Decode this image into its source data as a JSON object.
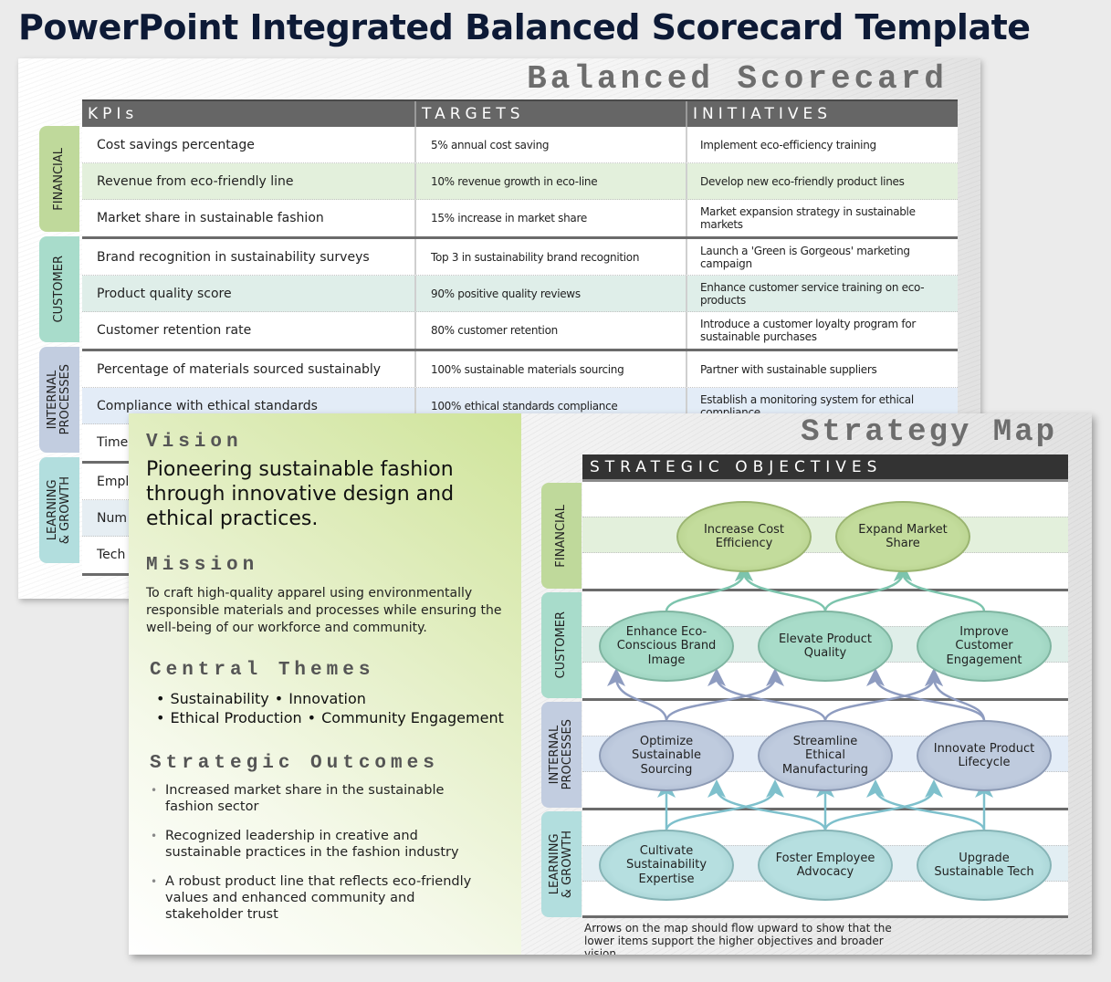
{
  "page_title": "PowerPoint Integrated Balanced Scorecard Template",
  "scorecard": {
    "title": "Balanced Scorecard",
    "headers": [
      "KPIs",
      "TARGETS",
      "INITIATIVES"
    ],
    "groups": [
      {
        "label": "FINANCIAL",
        "rows": [
          [
            "Cost savings percentage",
            "5% annual cost saving",
            "Implement eco-efficiency training"
          ],
          [
            "Revenue from eco-friendly line",
            "10% revenue growth in eco-line",
            "Develop new eco-friendly product lines"
          ],
          [
            "Market share in sustainable fashion",
            "15% increase in market share",
            "Market expansion strategy in sustainable markets"
          ]
        ]
      },
      {
        "label": "CUSTOMER",
        "rows": [
          [
            "Brand recognition in sustainability surveys",
            "Top 3 in sustainability brand recognition",
            "Launch a 'Green is Gorgeous' marketing campaign"
          ],
          [
            "Product quality score",
            "90% positive quality reviews",
            "Enhance customer service training on eco-products"
          ],
          [
            "Customer retention rate",
            "80% customer retention",
            "Introduce a customer loyalty program for sustainable purchases"
          ]
        ]
      },
      {
        "label": "INTERNAL\nPROCESSES",
        "rows": [
          [
            "Percentage of materials sourced sustainably",
            "100% sustainable materials sourcing",
            "Partner with sustainable suppliers"
          ],
          [
            "Compliance with ethical standards",
            "100% ethical standards compliance",
            "Establish a monitoring system for ethical compliance"
          ],
          [
            "Time",
            "",
            ""
          ]
        ]
      },
      {
        "label": "LEARNING\n& GROWTH",
        "rows": [
          [
            "Empl",
            "",
            ""
          ],
          [
            "Num",
            "",
            ""
          ],
          [
            "Tech",
            "",
            ""
          ]
        ]
      }
    ]
  },
  "strategy": {
    "vision_heading": "Vision",
    "vision": "Pioneering sustainable fashion through innovative design and ethical practices.",
    "mission_heading": "Mission",
    "mission": "To craft high-quality apparel using environmentally responsible materials and processes while ensuring the well-being of our workforce and community.",
    "themes_heading": "Central Themes",
    "themes": [
      "Sustainability",
      "Innovation",
      "Ethical Production",
      "Community Engagement"
    ],
    "outcomes_heading": "Strategic Outcomes",
    "outcomes": [
      "Increased market share in the sustainable fashion sector",
      "Recognized leadership in creative and sustainable practices in the fashion industry",
      "A robust product line that reflects eco-friendly values and enhanced community and stakeholder trust"
    ]
  },
  "strategy_map": {
    "title": "Strategy Map",
    "header": "STRATEGIC OBJECTIVES",
    "tabs": [
      "FINANCIAL",
      "CUSTOMER",
      "INTERNAL\nPROCESSES",
      "LEARNING\n& GROWTH"
    ],
    "financial": [
      "Increase Cost Efficiency",
      "Expand Market Share"
    ],
    "customer": [
      "Enhance Eco-Conscious Brand Image",
      "Elevate Product Quality",
      "Improve Customer Engagement"
    ],
    "internal": [
      "Optimize Sustainable Sourcing",
      "Streamline Ethical Manufacturing",
      "Innovate Product Lifecycle"
    ],
    "learning": [
      "Cultivate Sustainability Expertise",
      "Foster Employee Advocacy",
      "Upgrade Sustainable Tech"
    ],
    "footnote": "Arrows on the map should flow upward to show that the lower items support the higher objectives and broader vision.",
    "colors": {
      "financial": "#c3dc9c",
      "customer": "#a8dcc9",
      "internal": "#bfcbde",
      "learning": "#b6dfe0",
      "arrow_customer": "#7cc4ad",
      "arrow_internal": "#8e9cc0",
      "arrow_learning": "#7ec0cc"
    }
  }
}
